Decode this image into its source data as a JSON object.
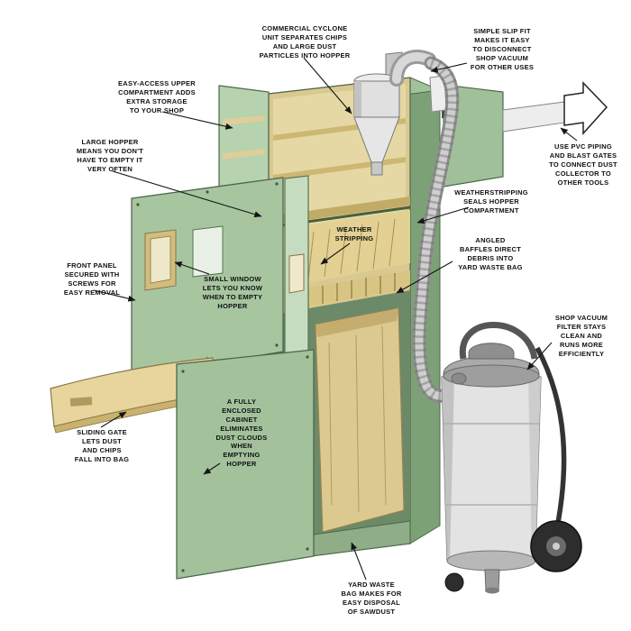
{
  "palette": {
    "background": "#ffffff",
    "cabinet_green": "#a3c29c",
    "cabinet_green_dark": "#7da177",
    "door_green_light": "#b6d2af",
    "plywood_tan": "#e3d193",
    "plywood_edge": "#c2ab67",
    "interior_shadow": "#6d8a68",
    "bag_tan": "#dcc990",
    "vacuum_silver": "#e3e3e3",
    "vacuum_dark": "#8f8f8f",
    "hose_gray": "#8d8d8d",
    "wheel_black": "#2d2d2d",
    "leader_line": "#151515"
  },
  "labels": [
    {
      "name": "cyclone-unit",
      "text": "COMMERCIAL CYCLONE\nUNIT SEPARATES CHIPS\nAND LARGE DUST\nPARTICLES INTO HOPPER"
    },
    {
      "name": "slip-fit",
      "text": "SIMPLE SLIP FIT\nMAKES IT EASY\nTO DISCONNECT\nSHOP VACUUM\nFOR OTHER USES"
    },
    {
      "name": "upper-compartment",
      "text": "EASY-ACCESS UPPER\nCOMPARTMENT ADDS\nEXTRA STORAGE\nTO YOUR SHOP"
    },
    {
      "name": "large-hopper",
      "text": "LARGE HOPPER\nMEANS YOU DON'T\nHAVE TO EMPTY IT\nVERY OFTEN"
    },
    {
      "name": "pvc-piping",
      "text": "USE PVC PIPING\nAND BLAST GATES\nTO CONNECT DUST\nCOLLECTOR TO\nOTHER TOOLS"
    },
    {
      "name": "weatherstripping-seals",
      "text": "WEATHERSTRIPPING\nSEALS HOPPER\nCOMPARTMENT"
    },
    {
      "name": "weather-stripping",
      "text": "WEATHER\nSTRIPPING"
    },
    {
      "name": "angled-baffles",
      "text": "ANGLED\nBAFFLES DIRECT\nDEBRIS INTO\nYARD WASTE BAG"
    },
    {
      "name": "front-panel",
      "text": "FRONT PANEL\nSECURED WITH\nSCREWS FOR\nEASY REMOVAL"
    },
    {
      "name": "small-window",
      "text": "SMALL WINDOW\nLETS YOU KNOW\nWHEN TO EMPTY\nHOPPER"
    },
    {
      "name": "shop-vacuum",
      "text": "SHOP VACUUM\nFILTER STAYS\nCLEAN AND\nRUNS MORE\nEFFICIENTLY"
    },
    {
      "name": "enclosed-cabinet",
      "text": "A FULLY\nENCLOSED\nCABINET\nELIMINATES\nDUST CLOUDS\nWHEN\nEMPTYING\nHOPPER"
    },
    {
      "name": "sliding-gate",
      "text": "SLIDING GATE\nLETS DUST\nAND CHIPS\nFALL INTO BAG"
    },
    {
      "name": "yard-waste-bag",
      "text": "YARD WASTE\nBAG MAKES FOR\nEASY DISPOSAL\nOF SAWDUST"
    }
  ]
}
